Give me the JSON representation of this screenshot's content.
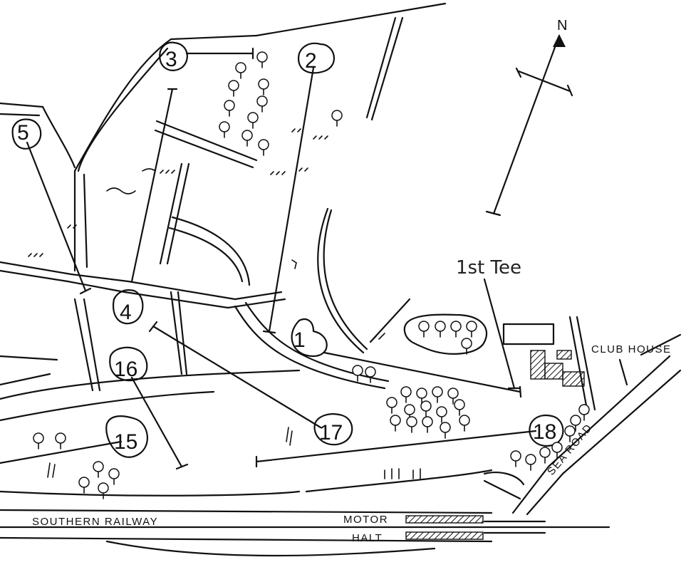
{
  "colors": {
    "ink": "#111111",
    "paper": "#ffffff"
  },
  "compass": {
    "label": "N",
    "icon": "north-arrow-icon"
  },
  "holes": [
    {
      "number": "1"
    },
    {
      "number": "2"
    },
    {
      "number": "3"
    },
    {
      "number": "4"
    },
    {
      "number": "5"
    },
    {
      "number": "15"
    },
    {
      "number": "16"
    },
    {
      "number": "17"
    },
    {
      "number": "18"
    }
  ],
  "labels": {
    "first_tee": "1st Tee",
    "club_house": "CLUB HOUSE",
    "sea_road": "SEA ROAD",
    "railway": "SOUTHERN RAILWAY",
    "motor": "MOTOR",
    "halt": "HALT"
  }
}
